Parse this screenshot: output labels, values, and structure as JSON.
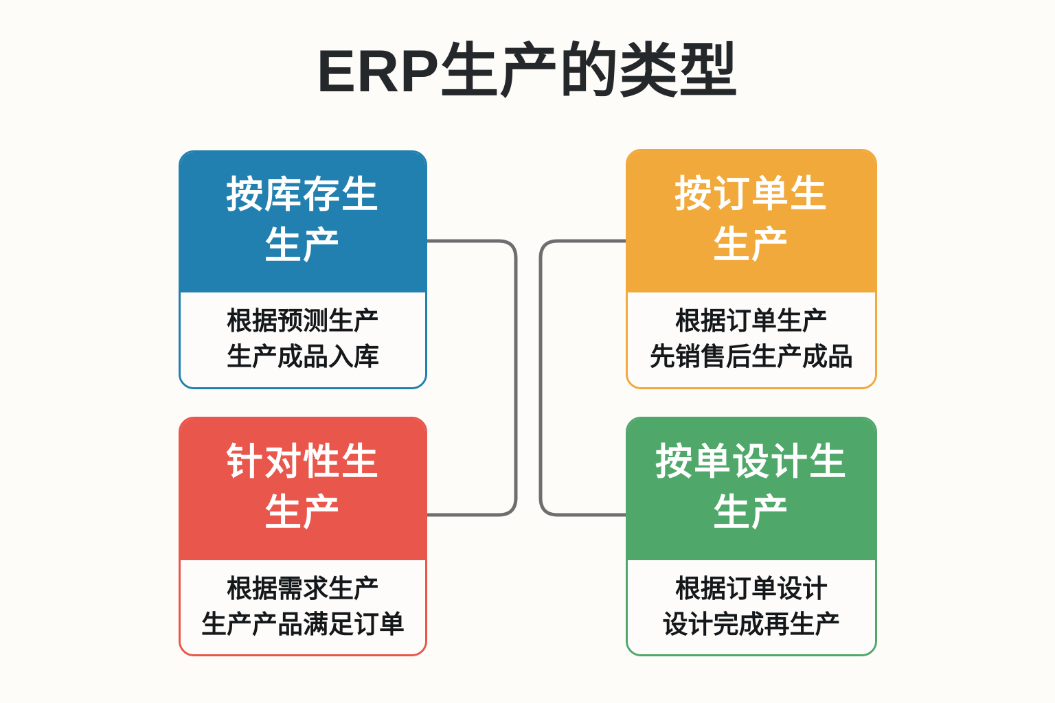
{
  "page": {
    "title": "ERP生产的类型",
    "background_color": "#FDFCF8",
    "title_color": "#25282B"
  },
  "diagram": {
    "type": "grouped-boxes-with-brackets",
    "connector_color": "#6E6E6E",
    "connector_description": "两个圆角括号形连接线，将左侧两个方框与右侧两个方框分别汇聚",
    "cards": [
      {
        "id": "make-to-stock",
        "position": "top-left",
        "accent_color": "#2180B0",
        "title_lines": [
          "按库存生",
          "生产"
        ],
        "title_text": "按库存生产",
        "body_lines": [
          "根据预测生产",
          "生产成品入库"
        ]
      },
      {
        "id": "make-to-order",
        "position": "top-right",
        "accent_color": "#F0A93A",
        "title_lines": [
          "按订单生",
          "生产"
        ],
        "title_text": "按订单生产",
        "body_lines": [
          "根据订单生产",
          "先销售后生产成品"
        ]
      },
      {
        "id": "targeted-production",
        "position": "bottom-left",
        "accent_color": "#E9564C",
        "title_lines": [
          "针对性生",
          "生产"
        ],
        "title_text": "针对性生产",
        "body_lines": [
          "根据需求生产",
          "生产产品满足订单"
        ]
      },
      {
        "id": "engineer-to-order",
        "position": "bottom-right",
        "accent_color": "#4FA86A",
        "title_lines": [
          "按单设计生",
          "生产"
        ],
        "title_text": "按单设计生产",
        "body_lines": [
          "根据订单设计",
          "设计完成再生产"
        ]
      }
    ]
  }
}
